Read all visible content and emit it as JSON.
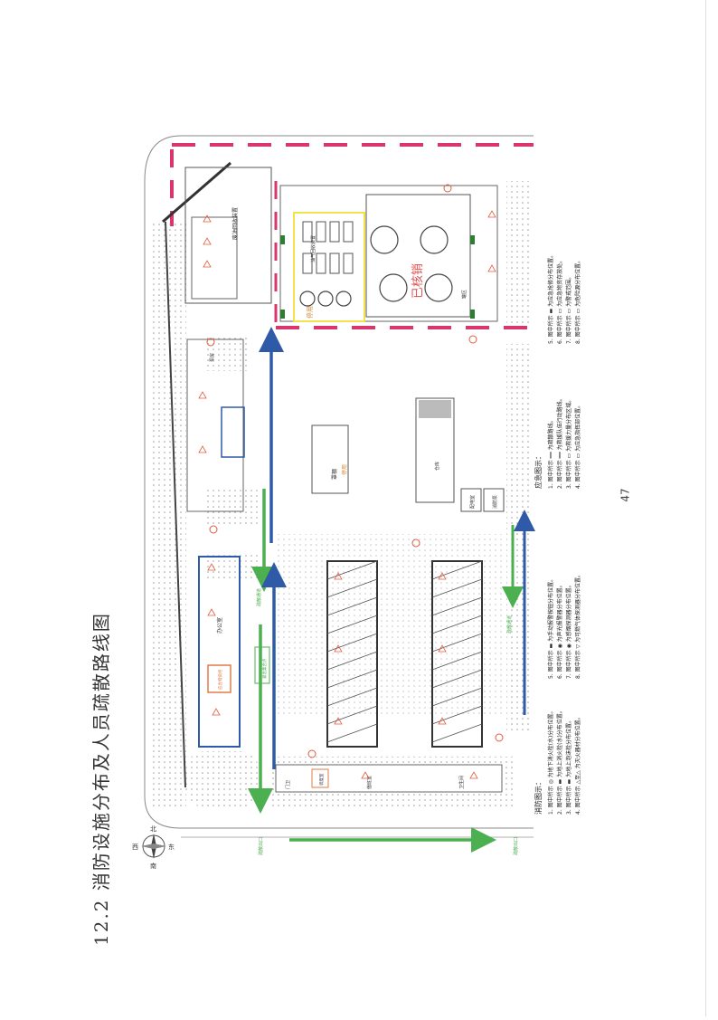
{
  "page": {
    "title": "12.2 消防设施分布及人员疏散路线图",
    "page_number": "47"
  },
  "compass": {
    "north": "北",
    "south": "南",
    "east": "东",
    "west": "西"
  },
  "map_labels": {
    "office": "办公室",
    "tank_area": "罐区",
    "collect_device": "油气回收装置",
    "oil_recovery": "废油回收装置",
    "dispatch": "调度室",
    "stop_use_1": "停用",
    "stop_use_2": "停用",
    "verified": "已核销",
    "canopy": "罩棚",
    "warehouse": "仓库",
    "pump_room": "泵房",
    "meter_room": "计量间",
    "duty_room": "值班室",
    "guard": "门卫",
    "toilet": "卫生间",
    "emergency_box": "应急物资柜",
    "assembly_point": "紧急集合点",
    "shed_a": "配电室",
    "shed_b": "消防泵",
    "exit_west": "疏散出口",
    "exit_east": "疏散出口",
    "road_label_1": "疏散通道",
    "road_label_2": "疏散通道"
  },
  "fire_legend": {
    "heading": "消防图示：",
    "items": [
      "1. 图中所示 ◎ 为地下消火栓(水)分布位置。",
      "2. 图中所示 ▬ 为地上消火栓(水)分布位置。",
      "3. 图中所示 ▬ 为地上泡沫栓分布位置。",
      "4. 图中所示 △至△ 为灭火器材分布位置。",
      "5. 图中所示 ▬ 为手动报警按钮分布位置。",
      "6. 图中所示 ◉ 为声光报警器分布位置。",
      "7. 图中所示 ◉ 为感烟探测器分布位置。",
      "8. 图中所示 ▽ 为可燃气体探测器分布位置。"
    ]
  },
  "emergency_legend": {
    "heading": "应急图示：",
    "items": [
      "1. 图中所示 ━━ 为疏散路线。",
      "2. 图中所示 ━━ 为救援队伍行动路线。",
      "3. 图中所示 ▭ 为救援力量分布区域。",
      "4. 图中所示 ▭ 为应急指挥部位置。",
      "5. 图中所示 ▬ 为应急抢修分布位置。",
      "6. 图中所示 ▭ 为应急物资存放处。",
      "7. 图中所示 ▭ 为警戒范围。",
      "8. 图中所示 ▭ 为危险源分布位置。"
    ]
  },
  "colors": {
    "boundary": "#d9366e",
    "evacuation": "#4caf50",
    "rescue": "#2f5aa8",
    "warning_zone": "#f3e34a",
    "hydrant": "#e55a3c",
    "site_outline": "#666666",
    "dotted_green": "#cfd8cf"
  }
}
